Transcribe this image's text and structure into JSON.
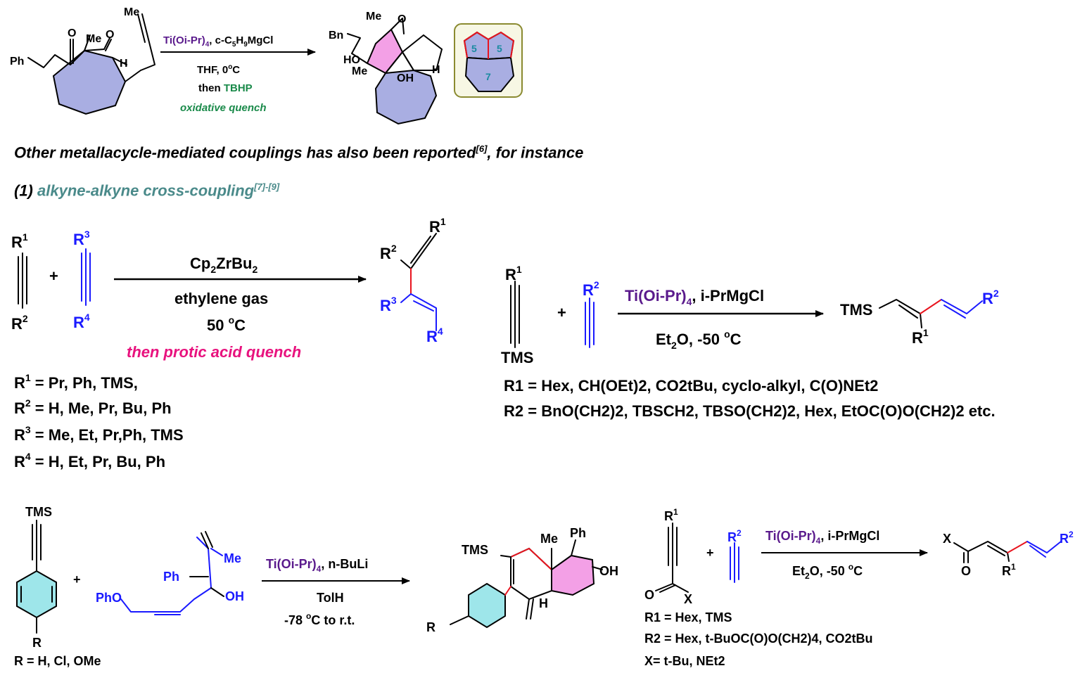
{
  "colors": {
    "ring_fill": "#a9aee2",
    "pink_fill": "#f3a0e6",
    "teal_fill": "#9ee6ea",
    "purple": "#5a1a8c",
    "green": "#1a8a4a",
    "blue": "#1a1aff",
    "red": "#e8141e",
    "magenta": "#e8127e",
    "heading_teal": "#4a8a8a",
    "box_border": "#8a8a30",
    "box_fill": "#f7f7e4",
    "ring_digit": "#1a8aa0"
  },
  "scheme1": {
    "sm_labels": {
      "ph": "Ph",
      "me": "Me",
      "h": "H",
      "me_alkyne": "Me"
    },
    "reagent1_purple": "Ti(Oi-Pr)",
    "reagent1_sub": "4",
    "reagent1_rest": ", c-C",
    "reagent1_c5": "5",
    "reagent1_h": "H",
    "reagent1_h9": "9",
    "reagent1_tail": "MgCl",
    "cond_solvent": "THF, 0",
    "cond_deg": "o",
    "cond_c": "C",
    "then": "then",
    "tbhp": "TBHP",
    "oxidative": "oxidative quench",
    "pr_labels": {
      "bn": "Bn",
      "me_top": "Me",
      "o": "O",
      "ho": "HO",
      "me_bot": "Me",
      "oh": "OH",
      "h": "H"
    },
    "box_rings": [
      "5",
      "5",
      "7"
    ]
  },
  "heading_main": "Other metallacycle-mediated couplings has also been reported",
  "heading_main_ref": "[6]",
  "heading_main_tail": ", for instance",
  "heading_sub_num": "(1)",
  "heading_sub": "alkyne-alkyne cross-coupling",
  "heading_sub_ref": "[7]-[9]",
  "scheme2": {
    "r1": "R",
    "r1n": "1",
    "r2": "R",
    "r2n": "2",
    "r3": "R",
    "r3n": "3",
    "r4": "R",
    "r4n": "4",
    "plus": "+",
    "reagent_cp": "Cp",
    "reagent_cp_n": "2",
    "reagent_zr": "ZrBu",
    "reagent_zr_n": "2",
    "ethylene": "ethylene gas",
    "temp": "50",
    "temp_deg": "o",
    "temp_c": "C",
    "quench": "then protic acid quench",
    "subst": [
      {
        "n": "1",
        "t": " = Pr, Ph, TMS,"
      },
      {
        "n": "2",
        "t": " = H, Me, Pr, Bu, Ph"
      },
      {
        "n": "3",
        "t": " = Me, Et, Pr,Ph, TMS"
      },
      {
        "n": "4",
        "t": " = H, Et, Pr, Bu, Ph"
      }
    ]
  },
  "scheme3": {
    "r1": "R",
    "r1n": "1",
    "tms": "TMS",
    "plus": "+",
    "r2": "R",
    "r2n": "2",
    "reagent_purple": "Ti(Oi-Pr)",
    "reagent_sub": "4",
    "reagent_tail": ", i-PrMgCl",
    "solvent": "Et",
    "solvent_sub": "2",
    "solvent_tail": "O, -50",
    "deg": "o",
    "c": "C",
    "product_tms": "TMS",
    "product_r1": "R",
    "product_r1n": "1",
    "product_r2": "R",
    "product_r2n": "2",
    "line1": "R1 = Hex, CH(OEt)2, CO2tBu, cyclo-alkyl, C(O)NEt2",
    "line2": "R2 = BnO(CH2)2, TBSCH2, TBSO(CH2)2, Hex, EtOC(O)O(CH2)2 etc."
  },
  "scheme4": {
    "tms": "TMS",
    "r": "R",
    "r_def": "R = H, Cl, OMe",
    "plus": "+",
    "pho": "PhO",
    "ph": "Ph",
    "oh": "OH",
    "me": "Me",
    "reagent_purple": "Ti(Oi-Pr)",
    "reagent_sub": "4",
    "reagent_tail": ", n-BuLi",
    "solvent": "TolH",
    "temp": "-78",
    "temp_deg": "o",
    "temp_tail": "C to r.t.",
    "p_tms": "TMS",
    "p_me": "Me",
    "p_ph": "Ph",
    "p_oh": "OH",
    "p_h": "H",
    "p_r": "R"
  },
  "scheme5": {
    "r1": "R",
    "r1n": "1",
    "o": "O",
    "x": "X",
    "plus": "+",
    "r2": "R",
    "r2n": "2",
    "reagent_purple": "Ti(Oi-Pr)",
    "reagent_sub": "4",
    "reagent_tail": ", i-PrMgCl",
    "solvent": "Et",
    "solvent_sub": "2",
    "solvent_tail": "O, -50",
    "deg": "o",
    "c": "C",
    "p_x": "X",
    "p_o": "O",
    "p_r1": "R",
    "p_r1n": "1",
    "p_r2": "R",
    "p_r2n": "2",
    "def1": "R1 = Hex, TMS",
    "def2": "R2 = Hex, t-BuOC(O)O(CH2)4, CO2tBu",
    "def3": "X= t-Bu, NEt2"
  }
}
